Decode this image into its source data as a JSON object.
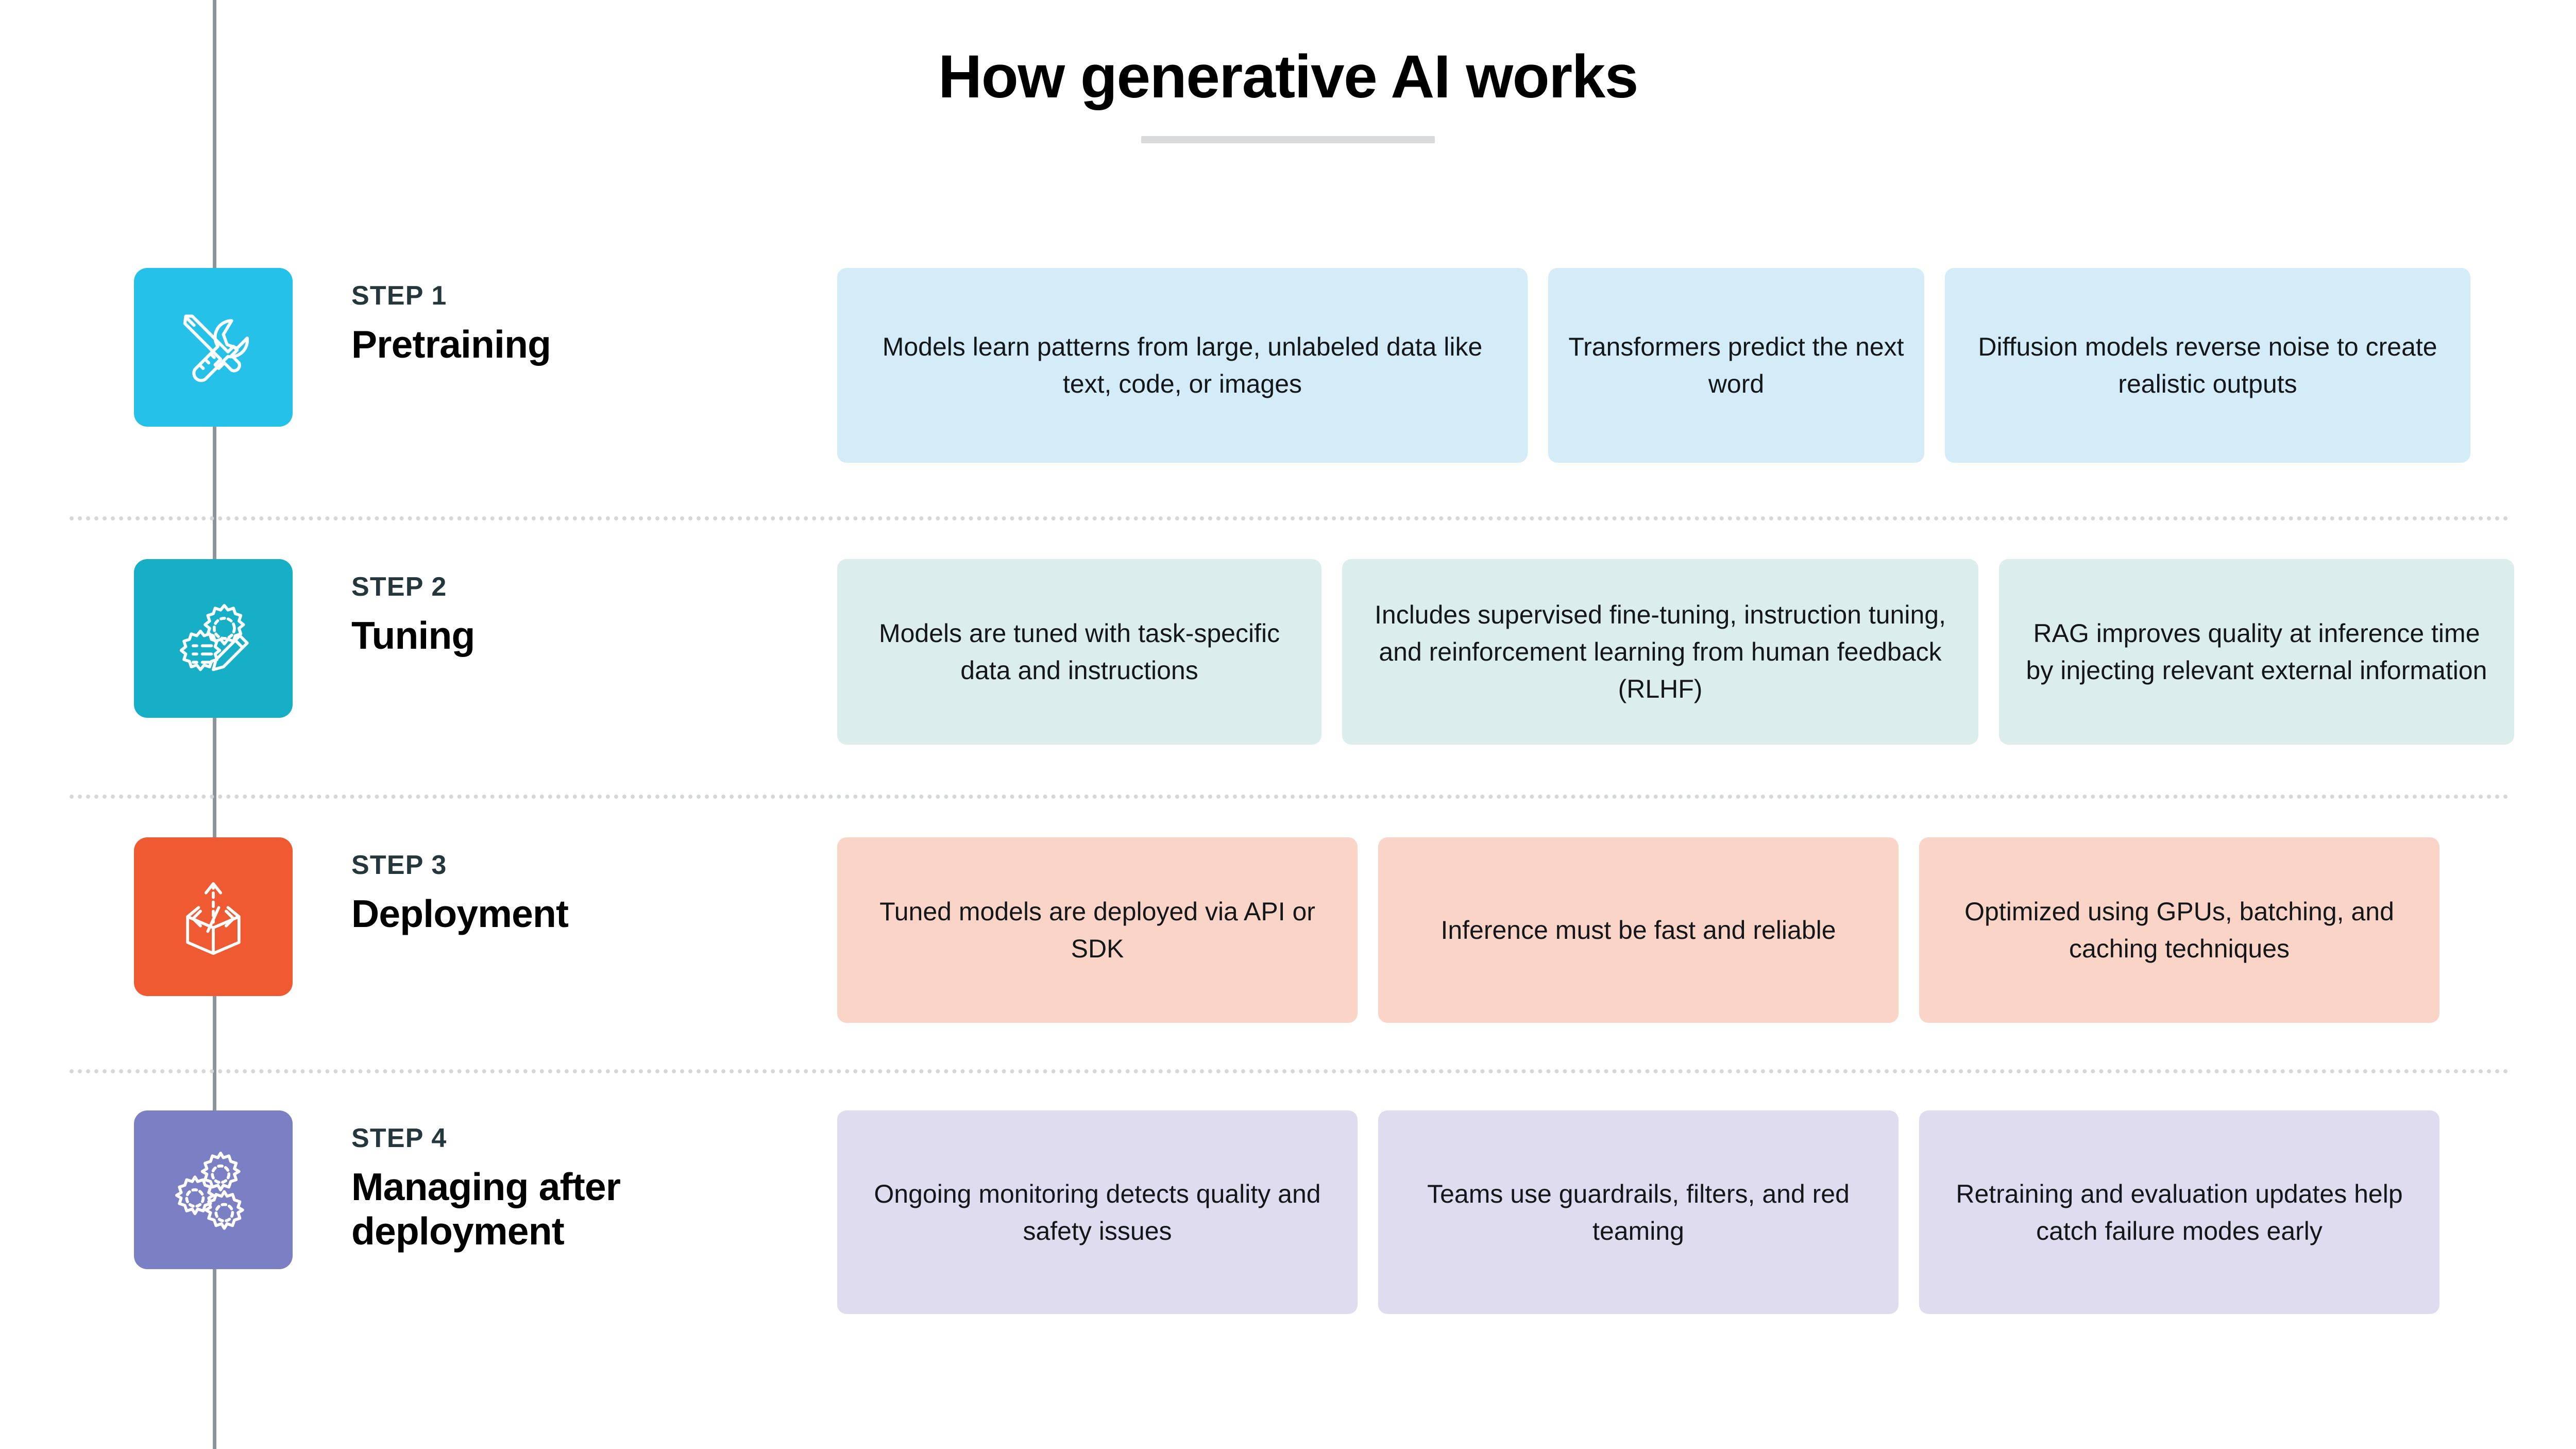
{
  "header": {
    "title": "How generative AI works",
    "divider": true
  },
  "colors": {
    "rail": "#8d959b",
    "separator": "#d5d8db",
    "kicker_text": "#24373d",
    "heading_text": "#010101",
    "title_rule": "#d8dadc",
    "step1_tile": "#26c1e8",
    "step1_card": "#d4ecf7",
    "step2_tile": "#17afc6",
    "step2_card": "#dbeeeb",
    "step3_tile": "#f05a33",
    "step3_card": "#fad4c6",
    "step4_tile": "#7b80c4",
    "step4_card": "#dfdcef"
  },
  "steps": [
    {
      "kicker": "STEP 1",
      "name": "Pretraining",
      "icon": "tools-wrench-screwdriver-icon",
      "tile_color": "#26c1e8",
      "card_color": "#d4ecf7",
      "cards": [
        "Models learn patterns from large, unlabeled data like text, code, or images",
        "Transformers predict the next word",
        "Diffusion models reverse noise to create realistic outputs"
      ]
    },
    {
      "kicker": "STEP 2",
      "name": "Tuning",
      "icon": "gears-pencil-icon",
      "tile_color": "#17afc6",
      "card_color": "#dbeeeb",
      "cards": [
        "Models are tuned with task-specific data and instructions",
        "Includes supervised fine-tuning, instruction tuning, and reinforcement learning from human feedback (RLHF)",
        "RAG improves quality at inference time by injecting relevant external information"
      ]
    },
    {
      "kicker": "STEP 3",
      "name": "Deployment",
      "icon": "open-box-code-arrow-icon",
      "tile_color": "#f05a33",
      "card_color": "#fad4c6",
      "cards": [
        "Tuned models are deployed via API or SDK",
        "Inference must be fast and reliable",
        "Optimized using GPUs, batching, and caching techniques"
      ]
    },
    {
      "kicker": "STEP 4",
      "name": "Managing after deployment",
      "icon": "three-gears-icon",
      "tile_color": "#7b80c4",
      "card_color": "#dfdcef",
      "cards": [
        "Ongoing monitoring detects quality and safety issues",
        "Teams use guardrails, filters, and red teaming",
        "Retraining and evaluation updates help catch failure modes early"
      ]
    }
  ]
}
